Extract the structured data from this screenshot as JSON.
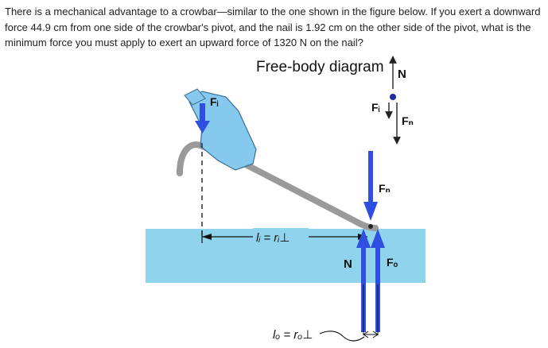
{
  "question": "There is a mechanical advantage to a crowbar—similar to the one shown in the figure below. If you exert a downward force 44.9 cm from one side of the crowbar's pivot, and the nail is 1.92 cm on the other side of the pivot, what is the minimum force you must apply to exert an upward force of 1320 N on the nail?",
  "figure": {
    "fbd_title": "Free-body diagram",
    "fbd_N": "N",
    "fbd_Fi": "Fᵢ",
    "fbd_Fn": "Fₙ",
    "hand_Fi": "Fᵢ",
    "nail_Fn": "Fₙ",
    "board_N": "N",
    "board_Fo": "Fₒ",
    "li_label": "lᵢ = rᵢ⊥",
    "lo_label": "lₒ = rₒ⊥",
    "colors": {
      "board": "#8fd3ec",
      "hand": "#86c9ee",
      "bar": "#9a9a9a",
      "blue_arrow": "#2f4fe0",
      "pivot_dot": "#1f2aa0"
    }
  }
}
